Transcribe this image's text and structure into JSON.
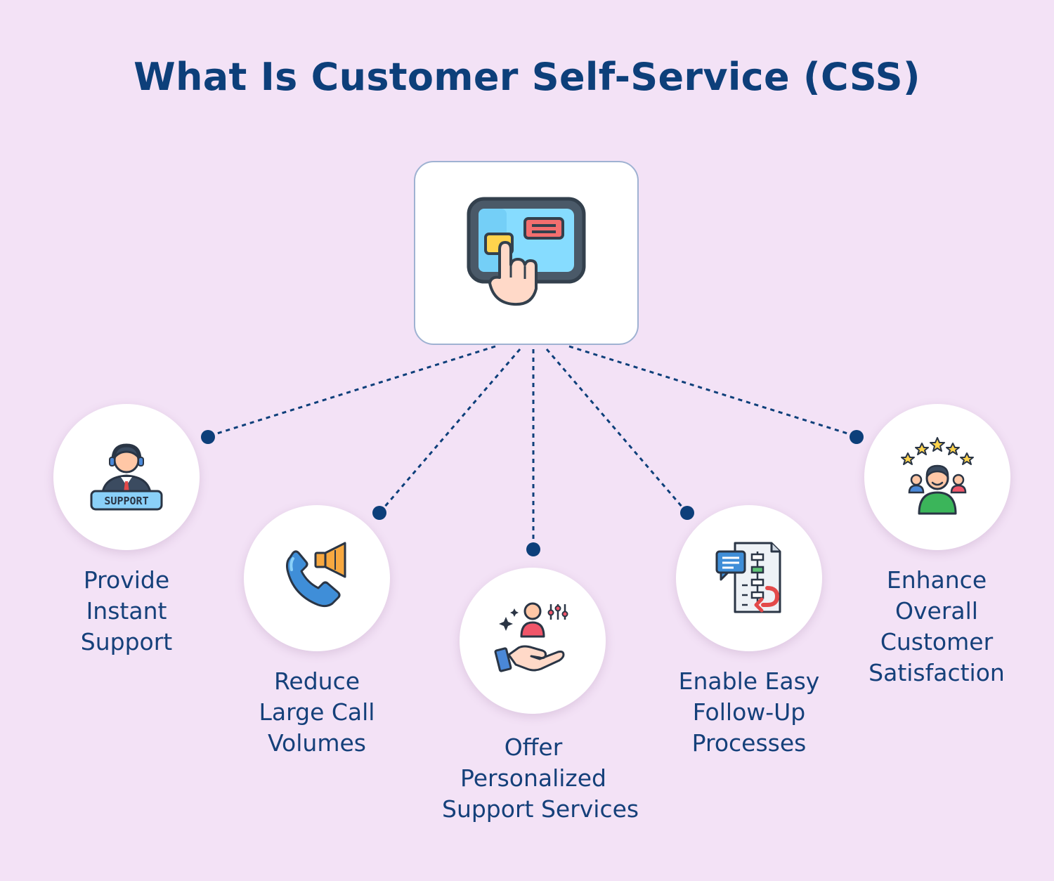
{
  "title": "What Is Customer Self-Service (CSS)",
  "colors": {
    "background": "#f3e2f6",
    "title": "#0d3f7a",
    "label": "#15407a",
    "connector": "#0d3f7a"
  },
  "center": {
    "icon": "touchscreen-ticket-icon"
  },
  "items": [
    {
      "icon": "support-agent-icon",
      "label_lines": [
        "Provide",
        "Instant",
        "Support"
      ]
    },
    {
      "icon": "phone-speaker-icon",
      "label_lines": [
        "Reduce",
        "Large Call",
        "Volumes"
      ]
    },
    {
      "icon": "hand-person-icon",
      "label_lines": [
        "Offer",
        "Personalized",
        "Support Services"
      ]
    },
    {
      "icon": "flowchart-document-icon",
      "label_lines": [
        "Enable Easy",
        "Follow-Up",
        "Processes"
      ]
    },
    {
      "icon": "rated-customer-icon",
      "label_lines": [
        "Enhance",
        "Overall",
        "Customer",
        "Satisfaction"
      ]
    }
  ]
}
